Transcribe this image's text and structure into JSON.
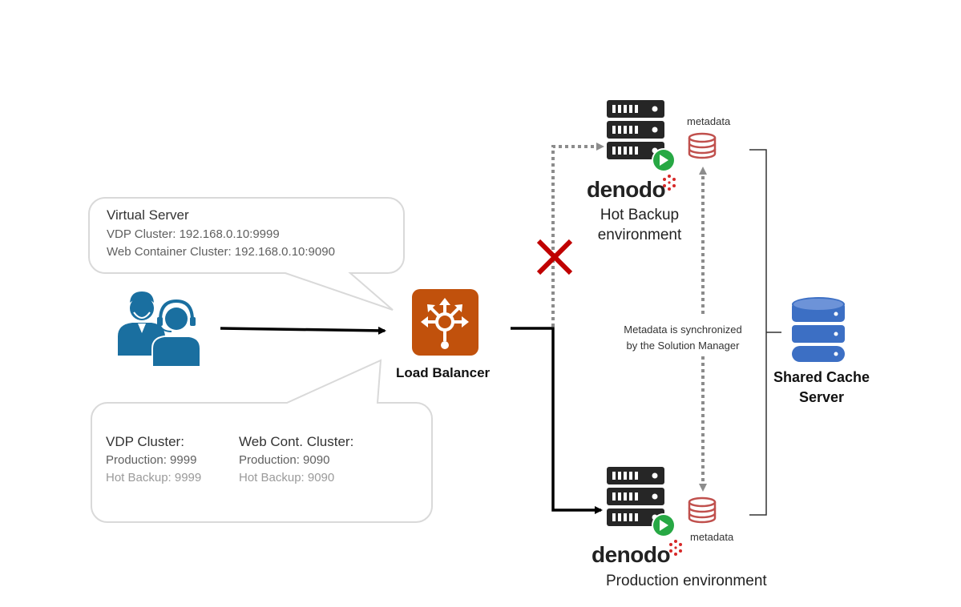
{
  "virtual_server": {
    "title": "Virtual Server",
    "line1": "VDP Cluster: 192.168.0.10:9999",
    "line2": "Web Container Cluster: 192.168.0.10:9090"
  },
  "clusters": {
    "vdp_title": "VDP Cluster:",
    "vdp_production": "Production: 9999",
    "vdp_hot_backup": "Hot Backup: 9999",
    "web_title": "Web Cont. Cluster:",
    "web_production": "Production: 9090",
    "web_hot_backup": "Hot Backup: 9090"
  },
  "load_balancer": {
    "label": "Load Balancer"
  },
  "hot_backup": {
    "logo": "denodo",
    "label_line1": "Hot Backup",
    "label_line2": "environment",
    "metadata": "metadata"
  },
  "production": {
    "logo": "denodo",
    "label": "Production environment",
    "metadata": "metadata"
  },
  "sync_note": {
    "line1": "Metadata is synchronized",
    "line2": "by the Solution Manager"
  },
  "shared_cache": {
    "line1": "Shared Cache",
    "line2": "Server"
  },
  "colors": {
    "blue_icon": "#1a6fa0",
    "load_balancer": "#c1510c",
    "cache_blue": "#3c6fc4",
    "metadata_red": "#c0504d",
    "play_green": "#27a844",
    "cross_red": "#c00000",
    "server_dark": "#262626"
  },
  "icons": [
    "users-icon",
    "load-balancer-icon",
    "server-icon",
    "play-icon",
    "database-icon",
    "cross-icon"
  ]
}
